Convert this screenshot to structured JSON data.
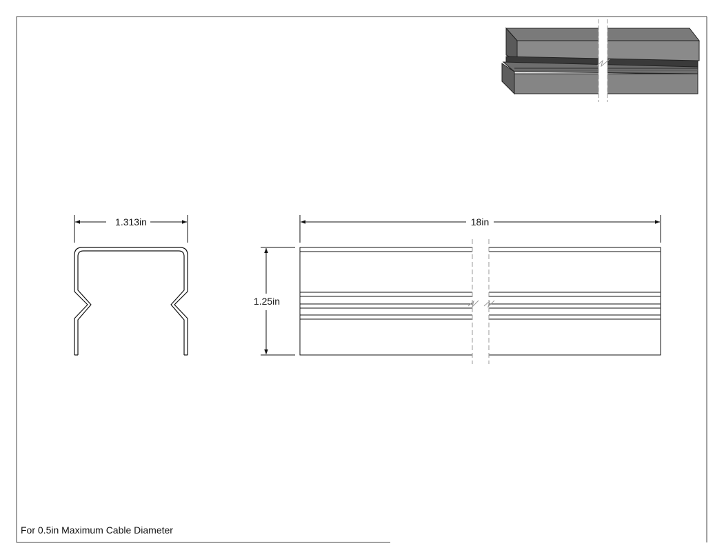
{
  "dimensions": {
    "profile_width": "1.313in",
    "length": "18in",
    "height": "1.25in"
  },
  "note": "For 0.5in Maximum Cable Diameter",
  "colors": {
    "line": "#111111",
    "isometric_light": "#8a8a8a",
    "isometric_mid": "#6e6e6e",
    "isometric_dark": "#4a4a4a",
    "break_line": "#9a9a9a"
  }
}
